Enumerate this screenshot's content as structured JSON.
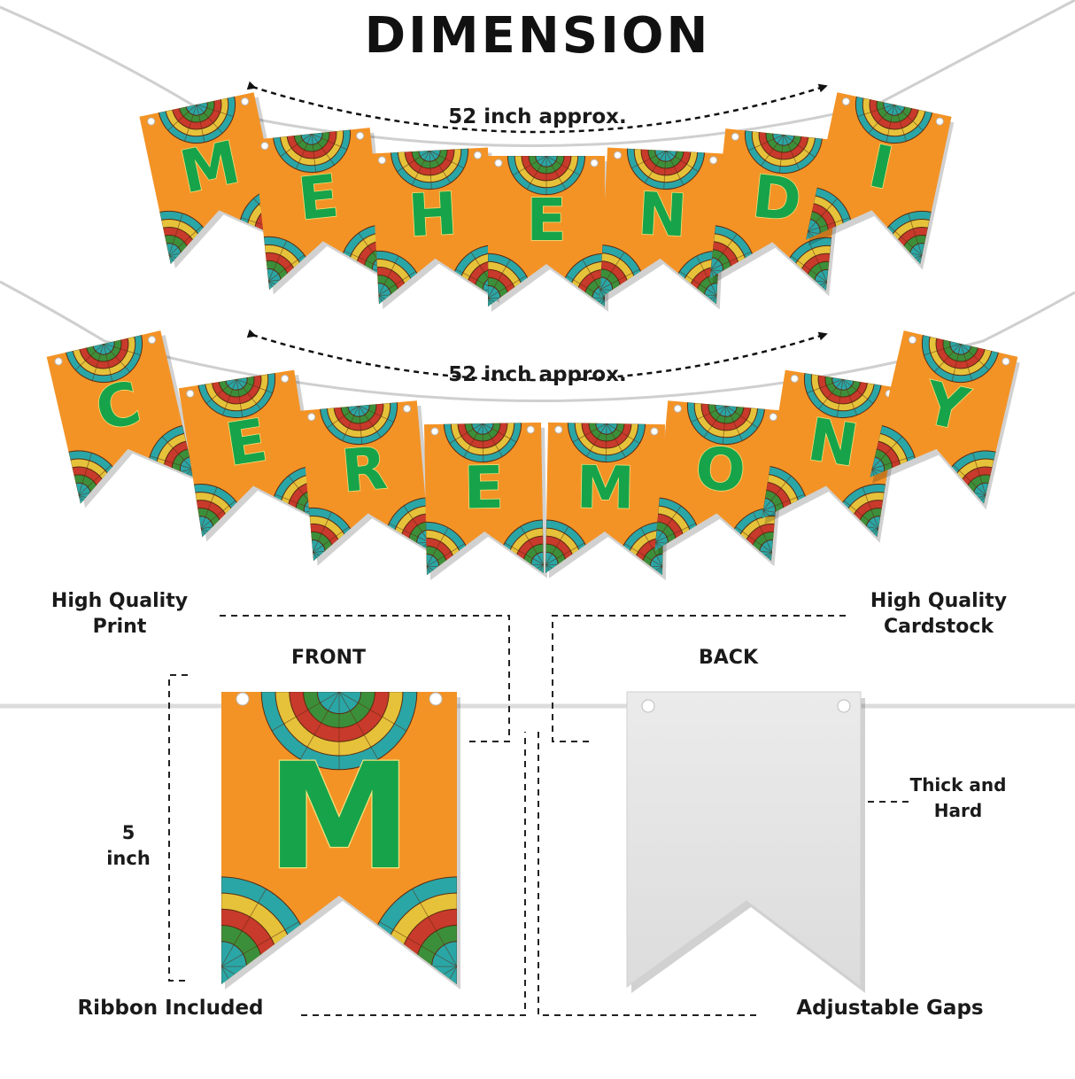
{
  "title": "DIMENSION",
  "banner1": {
    "letters": [
      "M",
      "E",
      "H",
      "E",
      "N",
      "D",
      "I"
    ],
    "length_label": "52 inch approx."
  },
  "banner2": {
    "letters": [
      "C",
      "E",
      "R",
      "E",
      "M",
      "O",
      "N",
      "Y"
    ],
    "length_label": "52 inch approx."
  },
  "front": {
    "label": "FRONT",
    "letter": "M"
  },
  "back": {
    "label": "BACK"
  },
  "callouts": {
    "print_line1": "High Quality",
    "print_line2": "Print",
    "cardstock_line1": "High Quality",
    "cardstock_line2": "Cardstock",
    "height_line1": "5",
    "height_line2": "inch",
    "thick_line1": "Thick and",
    "thick_line2": "Hard",
    "ribbon": "Ribbon Included",
    "gaps": "Adjustable Gaps"
  },
  "colors": {
    "flag_orange": "#f39326",
    "letter_green": "#17a34a",
    "letter_outline": "#f6e27a",
    "mandala_teal": "#2aa6a6",
    "mandala_red": "#c83a2b",
    "back_gray": "#e6e6e6",
    "ink": "#111111"
  }
}
